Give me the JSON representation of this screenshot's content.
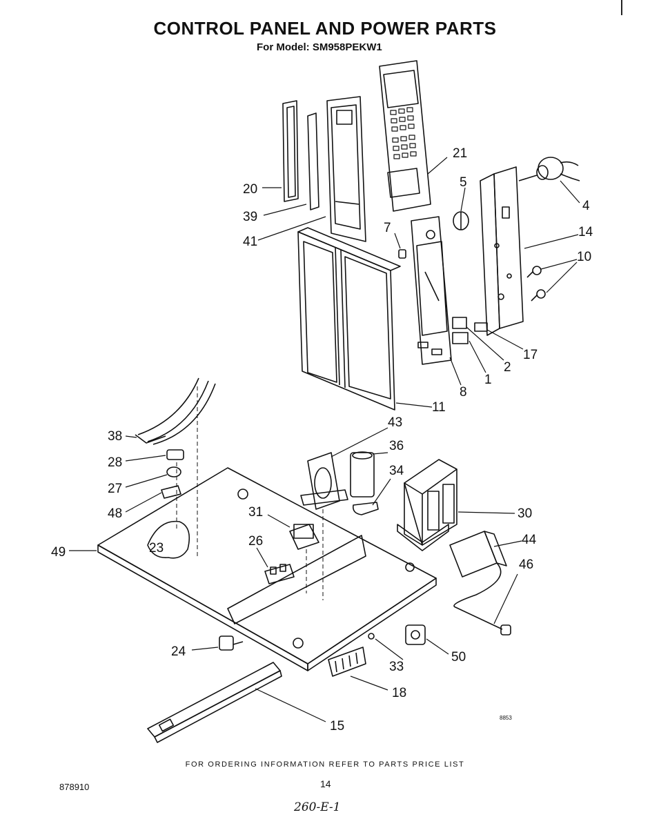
{
  "header": {
    "title": "CONTROL PANEL AND POWER PARTS",
    "subtitle": "For Model: SM958PEKW1"
  },
  "callouts": [
    {
      "id": "c20",
      "label": "20"
    },
    {
      "id": "c39",
      "label": "39"
    },
    {
      "id": "c41",
      "label": "41"
    },
    {
      "id": "c21",
      "label": "21"
    },
    {
      "id": "c5",
      "label": "5"
    },
    {
      "id": "c4",
      "label": "4"
    },
    {
      "id": "c14",
      "label": "14"
    },
    {
      "id": "c7",
      "label": "7"
    },
    {
      "id": "c10",
      "label": "10"
    },
    {
      "id": "c17",
      "label": "17"
    },
    {
      "id": "c2",
      "label": "2"
    },
    {
      "id": "c1",
      "label": "1"
    },
    {
      "id": "c8",
      "label": "8"
    },
    {
      "id": "c11",
      "label": "11"
    },
    {
      "id": "c43",
      "label": "43"
    },
    {
      "id": "c36",
      "label": "36"
    },
    {
      "id": "c34",
      "label": "34"
    },
    {
      "id": "c38",
      "label": "38"
    },
    {
      "id": "c28",
      "label": "28"
    },
    {
      "id": "c27",
      "label": "27"
    },
    {
      "id": "c48",
      "label": "48"
    },
    {
      "id": "c31",
      "label": "31"
    },
    {
      "id": "c30",
      "label": "30"
    },
    {
      "id": "c44",
      "label": "44"
    },
    {
      "id": "c49",
      "label": "49"
    },
    {
      "id": "c23",
      "label": "23"
    },
    {
      "id": "c26",
      "label": "26"
    },
    {
      "id": "c46",
      "label": "46"
    },
    {
      "id": "c24",
      "label": "24"
    },
    {
      "id": "c33",
      "label": "33"
    },
    {
      "id": "c50",
      "label": "50"
    },
    {
      "id": "c18",
      "label": "18"
    },
    {
      "id": "c15",
      "label": "15"
    }
  ],
  "footer": {
    "ordering_note": "FOR ORDERING INFORMATION REFER TO PARTS PRICE LIST",
    "doc_number": "878910",
    "page_number": "14",
    "handwritten_note": "260-E-1",
    "small_code": "8853"
  }
}
